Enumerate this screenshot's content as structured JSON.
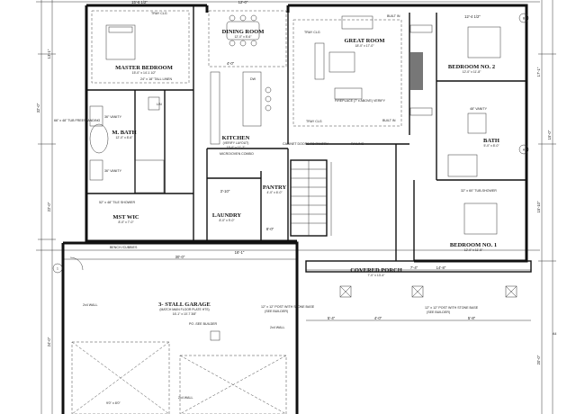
{
  "rooms": {
    "master_bedroom": {
      "name": "MASTER BEDROOM",
      "size": "15'-0\" x 14'-1 1/2\""
    },
    "dining_room": {
      "name": "DINING ROOM",
      "size": "12'-0\" x 8'-6\""
    },
    "great_room": {
      "name": "GREAT ROOM",
      "size": "18'-0\" x 17'-0\""
    },
    "bedroom_2": {
      "name": "BEDROOM NO. 2",
      "size": "12'-0\" x 11'-8\""
    },
    "m_bath": {
      "name": "M. BATH",
      "size": "12'-0\" x 8'-6\""
    },
    "kitchen": {
      "name": "KITCHEN",
      "note": "(VERIFY LAYOUT)",
      "size": "15'-0\" x 11'-2\""
    },
    "bath_2": {
      "name": "BATH",
      "size": "5'-0\" x 8'-0\""
    },
    "pantry": {
      "name": "PANTRY",
      "size": "4'-0\" x 6'-0\""
    },
    "laundry": {
      "name": "LAUNDRY",
      "size": "8'-0\" x 9'-0\""
    },
    "mst_wic": {
      "name": "MST WIC",
      "size": "8'-0\" x 7'-0\""
    },
    "bedroom_1": {
      "name": "BEDROOM NO. 1",
      "size": "12'-0\" x 11'-5\""
    },
    "covered_porch": {
      "name": "COVERED PORCH",
      "size": "7'-0\" x 13'-4\""
    },
    "garage": {
      "name": "3- STALL GARAGE",
      "note1": "(MATCH MAIN FLOOR PLATE HTS)",
      "note2": "16'-1\" x 10'-7 3/8\""
    }
  },
  "notes": {
    "tray_clg_1": "TRAY CLG",
    "tray_clg_2": "TRAY CLG",
    "tray_clg_3": "TRAY CLG",
    "built_in_1": "BUILT IN",
    "built_in_2": "BUILT IN",
    "tall_linen": "24\" x 18\" TALL LINEN",
    "tub": "66\" x 48\" TUB FREESTANDING",
    "vanity_1": "36\" VANITY",
    "vanity_2": "36\" VANITY",
    "vanity_3": "48\" VANITY",
    "tile_shower": "52\" x 48\" TILE SHOWER",
    "tub_shower": "32\" x 60\" TUB-SHOWER",
    "microoven": "MICRO/OVEN COMBO",
    "cabinet": "CABINET DOORS TO PANTRY",
    "railing": "RAILING",
    "fireplace": "FIREPLACE (7' x ABOVE) VERIFY",
    "bench": "BENCH /CUBBIES",
    "post_1": "12\" x 12\" POST WITH STONE BASE",
    "post_1b": "(SEE BUILDER)",
    "post_2": "12\" x 12\" POST WITH STONE BASE",
    "post_2b": "(SEE BUILDER)",
    "po_see": "PO -SEE BUILDER",
    "wall_1": "2x4 WALL",
    "wall_2": "2x4 WALL",
    "wall_3": "2x4 WALL",
    "door_label": "9'0\" x 8'0\"",
    "dw": "DW",
    "lin": "LIN"
  },
  "dims": {
    "top_1": "15'-6 1/2\"",
    "top_2": "12'-0\"",
    "top_3": "12'-4 1/2\"",
    "mid_1": "4'-0\"",
    "mid_2": "3'-10\"",
    "mid_3": "8'-0\"",
    "bot_1": "30'-0\"",
    "bot_2": "16'-1\"",
    "bot_3": "14'-8\"",
    "bot_4": "7'-4\"",
    "porch_1": "5'-4\"",
    "porch_2": "4'-0\"",
    "porch_3": "5'-8\"",
    "left_1": "32'-0\"",
    "left_2": "22'-0\"",
    "left_3": "13'-1\"",
    "right_1": "17'-1\"",
    "right_2": "15'-0\"",
    "right_3": "15'-10\"",
    "garage_right": "20'-0\"",
    "garage_left": "24'-0\""
  },
  "markers": {
    "a": "A",
    "b": "B",
    "a4": "A4",
    "one": "1"
  }
}
